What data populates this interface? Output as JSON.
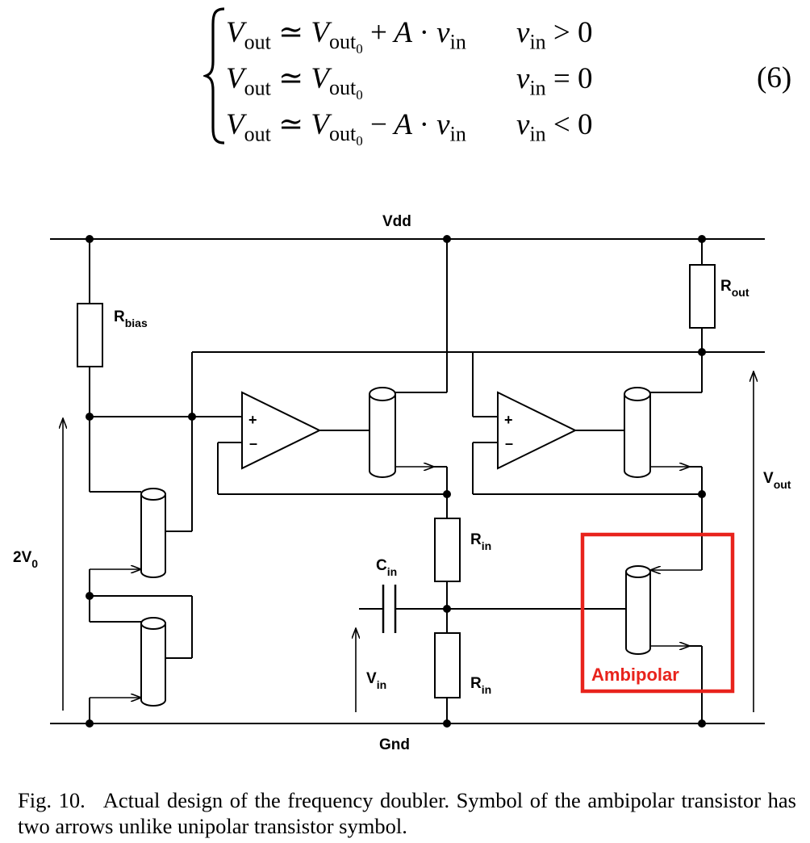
{
  "equation": {
    "rows": [
      {
        "lhs": "V_out ≃ V_out0 + A · v_in",
        "cond": "v_in > 0"
      },
      {
        "lhs": "V_out ≃ V_out0",
        "cond": "v_in = 0"
      },
      {
        "lhs": "V_out ≃ V_out0 − A · v_in",
        "cond": "v_in < 0"
      }
    ],
    "number": "(6)"
  },
  "circuit": {
    "labels": {
      "vdd": "Vdd",
      "gnd": "Gnd",
      "rbias": "R",
      "rbias_sub": "bias",
      "rout": "R",
      "rout_sub": "out",
      "rin": "R",
      "rin_sub": "in",
      "cin": "C",
      "cin_sub": "in",
      "vin": "V",
      "vin_sub": "in",
      "vout": "V",
      "vout_sub": "out",
      "v0": "2V",
      "v0_sub": "0",
      "plus": "+",
      "minus": "–",
      "ambipolar": "Ambipolar"
    },
    "highlight_color": "#e8231c"
  },
  "caption": {
    "label": "Fig. 10.",
    "text": "Actual design of the frequency doubler. Symbol of the ambipolar transistor has two arrows unlike unipolar transistor symbol."
  }
}
